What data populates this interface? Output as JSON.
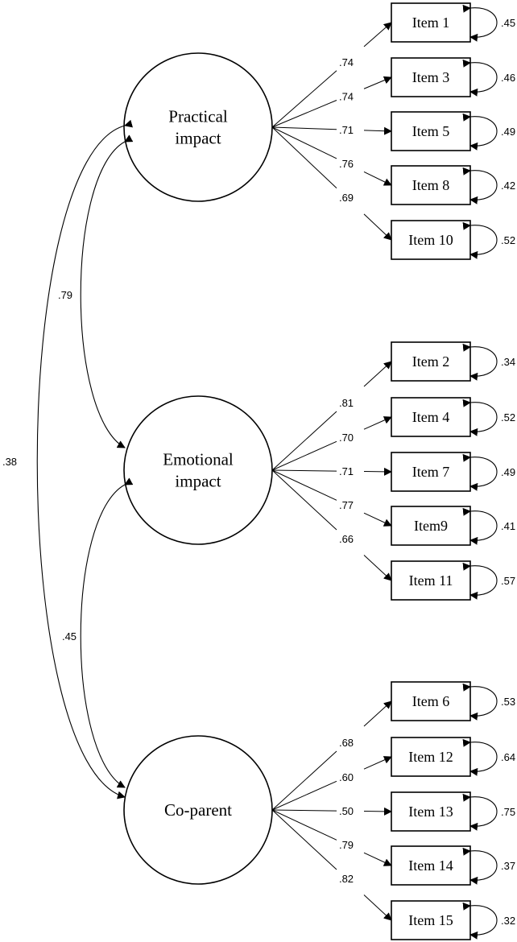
{
  "factors": [
    {
      "id": "practical",
      "label_lines": [
        "Practical",
        "impact"
      ],
      "items": [
        {
          "label": "Item 1",
          "loading": ".74",
          "error": ".45"
        },
        {
          "label": "Item 3",
          "loading": ".74",
          "error": ".46"
        },
        {
          "label": "Item 5",
          "loading": ".71",
          "error": ".49"
        },
        {
          "label": "Item 8",
          "loading": ".76",
          "error": ".42"
        },
        {
          "label": "Item 10",
          "loading": ".69",
          "error": ".52"
        }
      ]
    },
    {
      "id": "emotional",
      "label_lines": [
        "Emotional",
        "impact"
      ],
      "items": [
        {
          "label": "Item 2",
          "loading": ".81",
          "error": ".34"
        },
        {
          "label": "Item 4",
          "loading": ".70",
          "error": ".52"
        },
        {
          "label": "Item 7",
          "loading": ".71",
          "error": ".49"
        },
        {
          "label": "Item9",
          "loading": ".77",
          "error": ".41"
        },
        {
          "label": "Item 11",
          "loading": ".66",
          "error": ".57"
        }
      ]
    },
    {
      "id": "coparent",
      "label_lines": [
        "Co-parent"
      ],
      "items": [
        {
          "label": "Item 6",
          "loading": ".68",
          "error": ".53"
        },
        {
          "label": "Item 12",
          "loading": ".60",
          "error": ".64"
        },
        {
          "label": "Item 13",
          "loading": ".50",
          "error": ".75"
        },
        {
          "label": "Item 14",
          "loading": ".79",
          "error": ".37"
        },
        {
          "label": "Item 15",
          "loading": ".82",
          "error": ".32"
        }
      ]
    }
  ],
  "correlations": [
    {
      "from": "practical",
      "to": "emotional",
      "value": ".79"
    },
    {
      "from": "emotional",
      "to": "coparent",
      "value": ".45"
    },
    {
      "from": "practical",
      "to": "coparent",
      "value": ".38"
    }
  ]
}
